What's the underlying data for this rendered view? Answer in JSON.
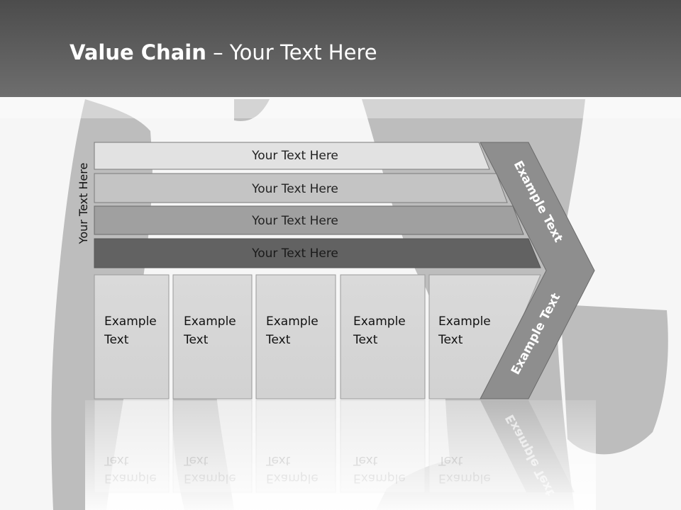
{
  "slide": {
    "title_bold": "Value Chain",
    "title_rest": " – Your Text Here"
  },
  "side_label": "Your Text Here",
  "bars": [
    {
      "label": "Your Text Here",
      "fill": "#e2e2e2",
      "text_color": "#222222"
    },
    {
      "label": "Your Text Here",
      "fill": "#c4c4c4",
      "text_color": "#222222"
    },
    {
      "label": "Your Text Here",
      "fill": "#a0a0a0",
      "text_color": "#222222"
    },
    {
      "label": "Your Text Here",
      "fill": "#626262",
      "text_color": "#1a1a1a"
    }
  ],
  "boxes": [
    {
      "line1": "Example",
      "line2": "Text"
    },
    {
      "line1": "Example",
      "line2": "Text"
    },
    {
      "line1": "Example",
      "line2": "Text"
    },
    {
      "line1": "Example",
      "line2": "Text"
    },
    {
      "line1": "Example",
      "line2": "Text"
    }
  ],
  "chevron": {
    "upper_label": "Example Text",
    "lower_label": "Example Text",
    "fill": "#8e8e8e"
  },
  "colors": {
    "header_top": "#4e4e4e",
    "header_bottom": "#6c6c6c",
    "box_fill": "#d8d8d8",
    "silhouette": "#bdbdbd"
  }
}
